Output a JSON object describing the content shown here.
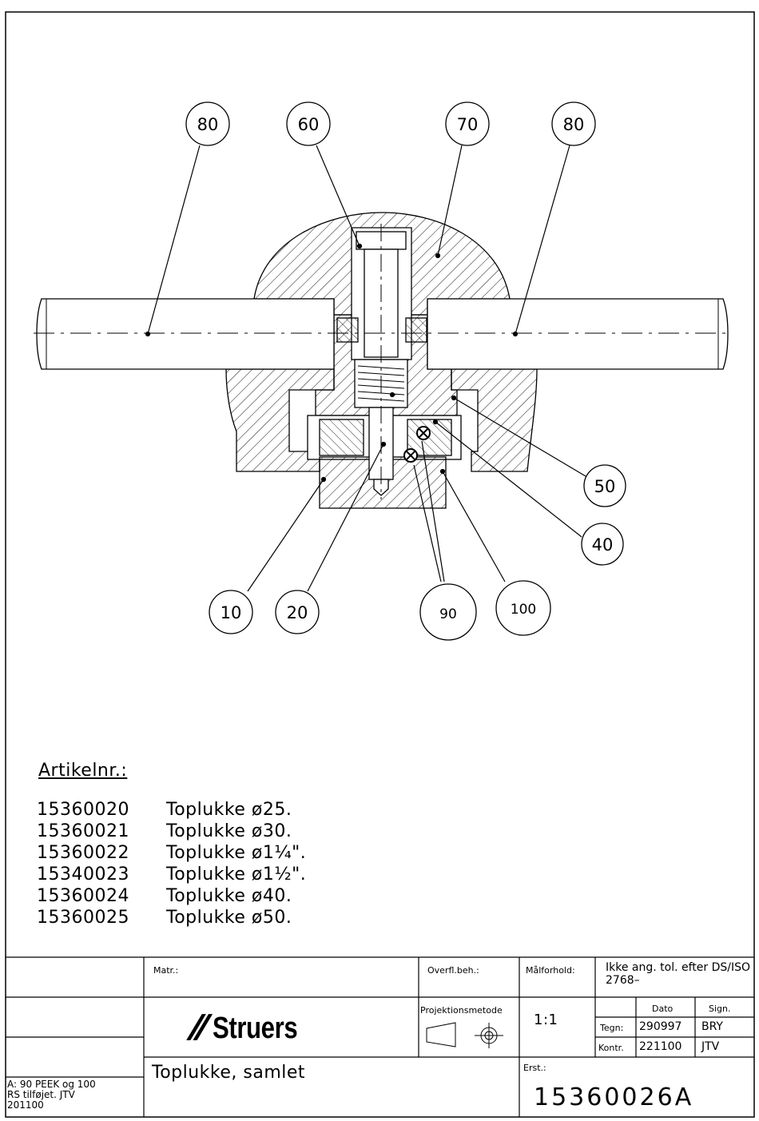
{
  "balloons": [
    {
      "id": "b80l",
      "label": "80"
    },
    {
      "id": "b60",
      "label": "60"
    },
    {
      "id": "b70",
      "label": "70"
    },
    {
      "id": "b80r",
      "label": "80"
    },
    {
      "id": "b50",
      "label": "50"
    },
    {
      "id": "b40",
      "label": "40"
    },
    {
      "id": "b10",
      "label": "10"
    },
    {
      "id": "b20",
      "label": "20"
    },
    {
      "id": "b90",
      "label": "90"
    },
    {
      "id": "b100",
      "label": "100"
    }
  ],
  "article_list": {
    "heading": "Artikelnr.:",
    "items": [
      {
        "number": "15360020",
        "description": "Toplukke ø25."
      },
      {
        "number": "15360021",
        "description": "Toplukke ø30."
      },
      {
        "number": "15360022",
        "description": "Toplukke ø1¼\"."
      },
      {
        "number": "15340023",
        "description": "Toplukke ø1½\"."
      },
      {
        "number": "15360024",
        "description": "Toplukke ø40."
      },
      {
        "number": "15360025",
        "description": "Toplukke ø50."
      }
    ]
  },
  "title_block": {
    "material_label": "Matr.:",
    "surface_label": "Overfl.beh.:",
    "scale_label": "Målforhold:",
    "tolerance_note": "Ikke ang. tol. efter DS/ISO 2768–",
    "projection_label": "Projektionsmetode",
    "scale_value": "1:1",
    "date_header": "Dato",
    "sign_header": "Sign.",
    "drawn_label": "Tegn:",
    "drawn_date": "290997",
    "drawn_sign": "BRY",
    "checked_label": "Kontr.",
    "checked_date": "221100",
    "checked_sign": "JTV",
    "company": "Struers",
    "title": "Toplukke, samlet",
    "replaces_label": "Erst.:",
    "drawing_number": "15360026A",
    "revision_lines": [
      "A: 90 PEEK og 100",
      "RS tilføjet. JTV",
      "201100"
    ]
  }
}
